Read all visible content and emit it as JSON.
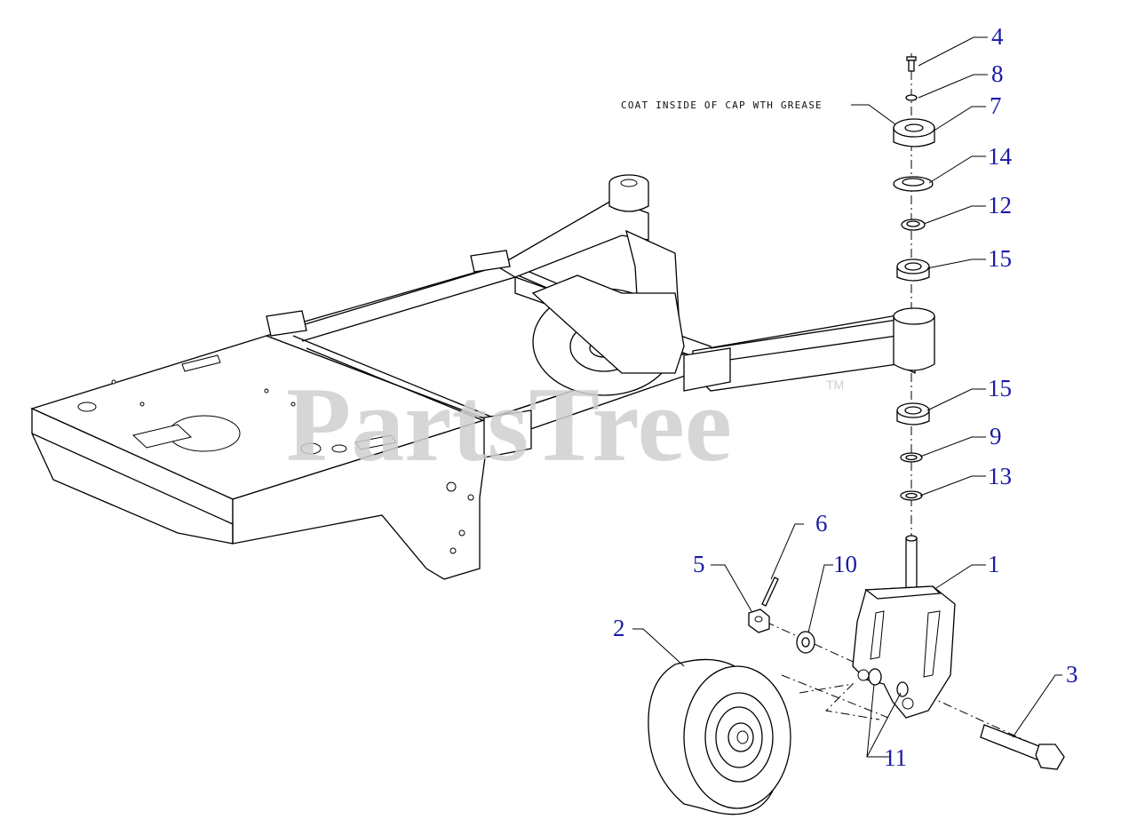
{
  "watermark": {
    "text": "PartsTree",
    "tm": "TM"
  },
  "note": "COAT INSIDE OF CAP WTH GREASE",
  "callouts": [
    {
      "id": "c1",
      "label": "1"
    },
    {
      "id": "c2",
      "label": "2"
    },
    {
      "id": "c3",
      "label": "3"
    },
    {
      "id": "c4",
      "label": "4"
    },
    {
      "id": "c5",
      "label": "5"
    },
    {
      "id": "c6",
      "label": "6"
    },
    {
      "id": "c7",
      "label": "7"
    },
    {
      "id": "c8",
      "label": "8"
    },
    {
      "id": "c9",
      "label": "9"
    },
    {
      "id": "c10",
      "label": "10"
    },
    {
      "id": "c11",
      "label": "11"
    },
    {
      "id": "c12",
      "label": "12"
    },
    {
      "id": "c13",
      "label": "13"
    },
    {
      "id": "c14",
      "label": "14"
    },
    {
      "id": "c15a",
      "label": "15"
    },
    {
      "id": "c15b",
      "label": "15"
    }
  ],
  "colors": {
    "callout": "#1a1aa6",
    "line": "#000000",
    "watermark": "#cfcfcf"
  }
}
